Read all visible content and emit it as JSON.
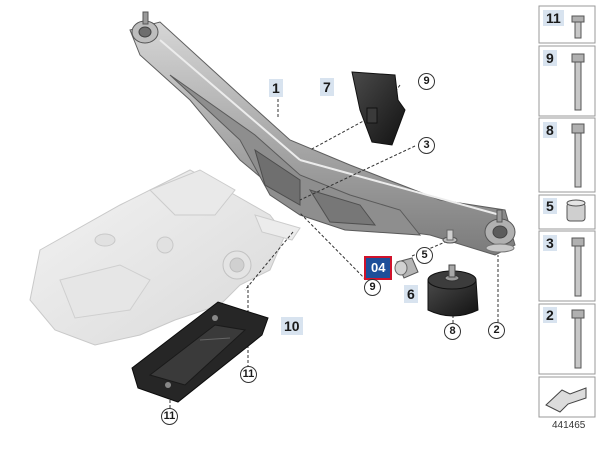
{
  "callouts": {
    "c1": "1",
    "c2": "2",
    "c3": "3",
    "c5": "5",
    "c6": "6",
    "c7": "7",
    "c8": "8",
    "c9a": "9",
    "c9b": "9",
    "c10": "10",
    "c11a": "11",
    "c11b": "11",
    "c04": "04"
  },
  "sidebar": {
    "items": [
      {
        "num": "11",
        "icon": "short-bolt-icon"
      },
      {
        "num": "9",
        "icon": "long-bolt-icon"
      },
      {
        "num": "8",
        "icon": "long-bolt-icon"
      },
      {
        "num": "5",
        "icon": "rubber-bushing-icon"
      },
      {
        "num": "3",
        "icon": "long-bolt-icon"
      },
      {
        "num": "2",
        "icon": "long-bolt-icon"
      }
    ],
    "diagram_number": "441465"
  },
  "colors": {
    "highlight_border": "#d0122b",
    "highlight_fill": "#1e4f9a",
    "label_fill": "#d8e3ef"
  }
}
